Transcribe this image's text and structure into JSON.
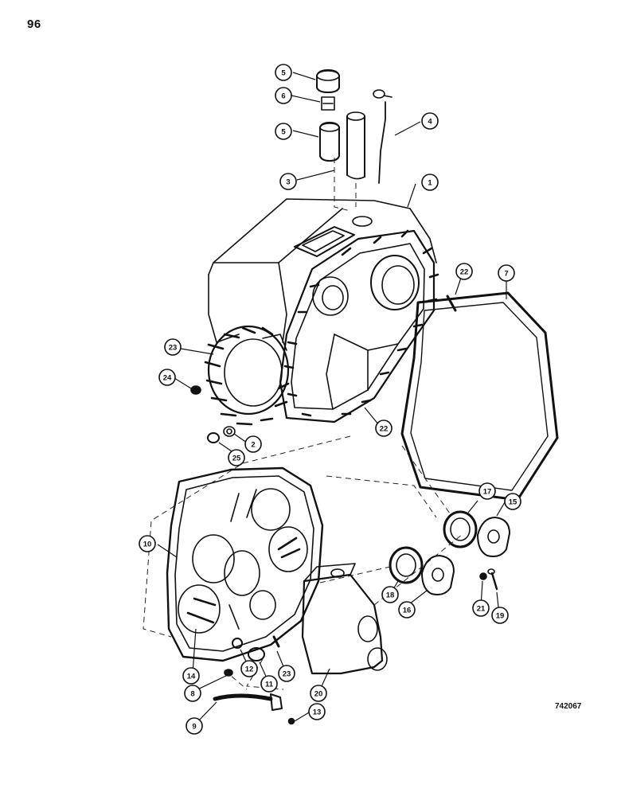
{
  "page_number": "96",
  "figure_number": "742067",
  "callouts": [
    "1",
    "2",
    "3",
    "4",
    "5",
    "5",
    "6",
    "7",
    "8",
    "9",
    "10",
    "11",
    "12",
    "13",
    "14",
    "15",
    "16",
    "17",
    "18",
    "19",
    "20",
    "21",
    "22",
    "22",
    "23",
    "23",
    "24",
    "25"
  ]
}
